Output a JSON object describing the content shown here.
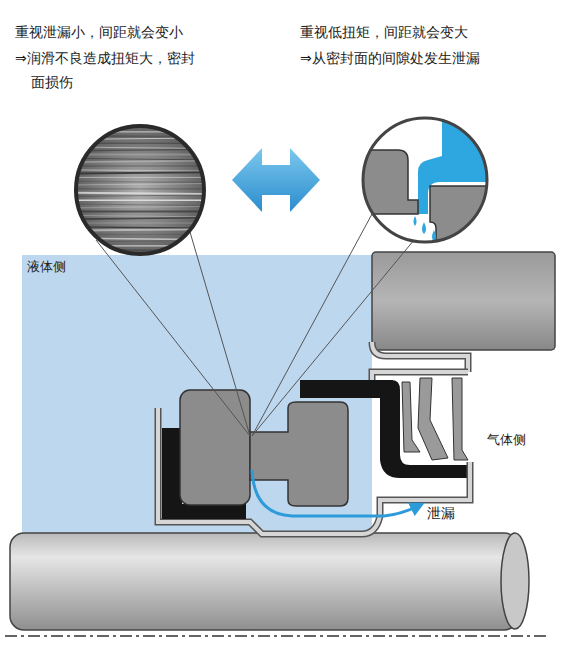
{
  "diagram": {
    "labels": [
      "重视泄漏小，间距就会变小",
      "⇒润滑不良造成扭矩大，密封面损伤",
      "重视低扭矩，间距就会变大",
      "⇒从密封面的间隙处发生泄漏",
      "液体侧",
      "气体侧",
      "泄漏"
    ]
  }
}
